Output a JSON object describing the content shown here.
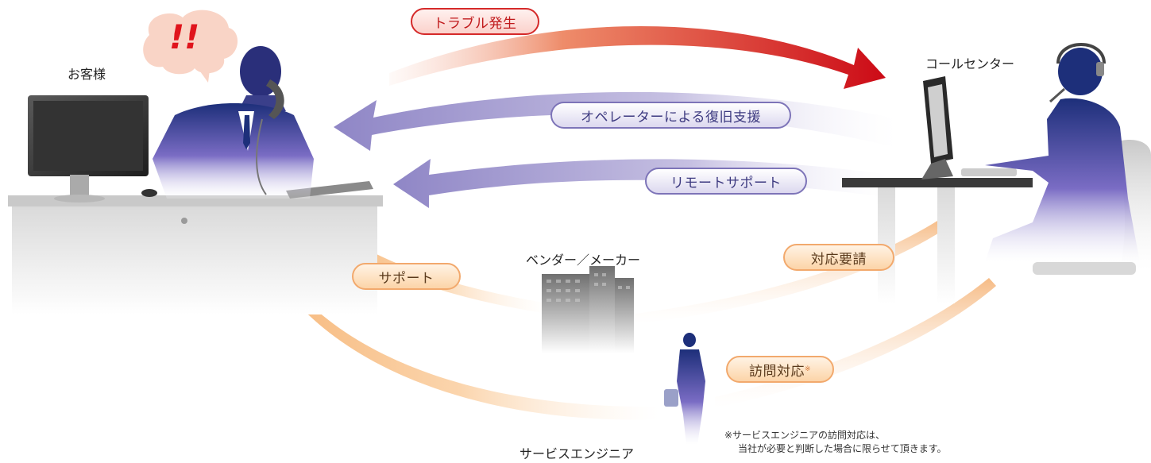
{
  "labels": {
    "customer": "お客様",
    "call_center": "コールセンター",
    "vendor": "ベンダー／メーカー",
    "engineer": "サービスエンジニア",
    "alert": "!!"
  },
  "pills": {
    "trouble": "トラブル発生",
    "operator_recovery": "オペレーターによる復旧支援",
    "remote_support": "リモートサポート",
    "support": "サポート",
    "request": "対応要請",
    "visit": "訪問対応",
    "visit_mark": "※"
  },
  "note": {
    "line1": "※サービスエンジニアの訪問対応は、",
    "line2": "当社が必要と判断した場合に限らせて頂きます。"
  },
  "colors": {
    "red": "#d11a1e",
    "blue_purple": "#a79fd3",
    "orange": "#f8c896",
    "silhouette": "#4f3f9c"
  }
}
